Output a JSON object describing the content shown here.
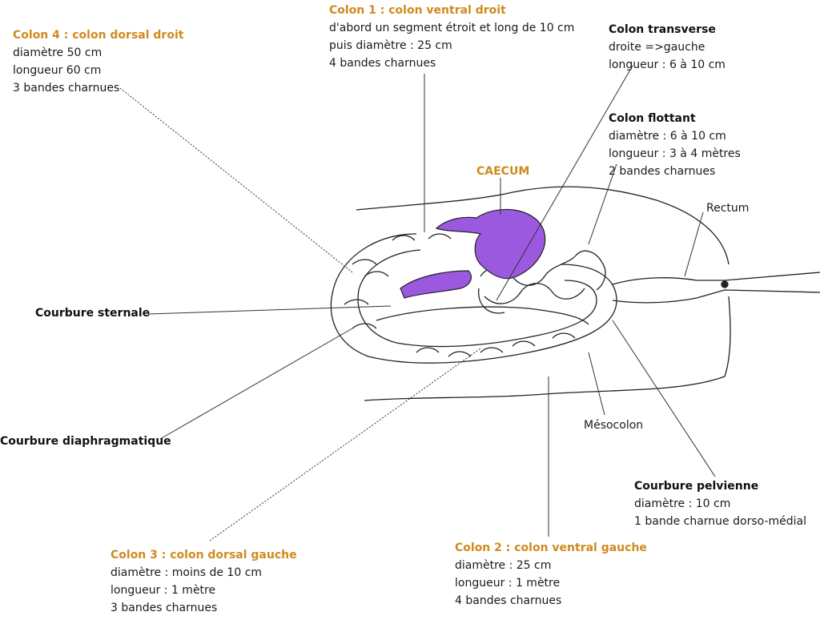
{
  "colors": {
    "highlight": "#d08a1e",
    "caecum": "#9b59e0",
    "ink": "#222222"
  },
  "colon4": {
    "title": "Colon 4 : colon dorsal droit",
    "lines": [
      "diamètre 50 cm",
      "longueur 60 cm",
      "3 bandes charnues"
    ]
  },
  "colon1": {
    "title": "Colon 1 : colon ventral droit",
    "lines": [
      "d'abord un segment étroit et long de 10 cm",
      "puis diamètre : 25 cm",
      "4 bandes charnues"
    ]
  },
  "transverse": {
    "title": "Colon transverse",
    "lines": [
      "droite =>gauche",
      "longueur : 6 à 10 cm"
    ]
  },
  "flottant": {
    "title": "Colon flottant",
    "lines": [
      "diamètre : 6 à 10 cm",
      "longueur : 3 à 4 mètres",
      "2 bandes charnues"
    ]
  },
  "caecum": {
    "title": "CAECUM"
  },
  "rectum": {
    "title": "Rectum"
  },
  "sternale": {
    "title": "Courbure sternale"
  },
  "diaphragmatique": {
    "title": "Courbure diaphragmatique"
  },
  "mesocolon": {
    "title": "Mésocolon"
  },
  "pelvienne": {
    "title": "Courbure pelvienne",
    "lines": [
      "diamètre : 10 cm",
      "1 bande charnue dorso-médial"
    ]
  },
  "colon3": {
    "title": "Colon 3 : colon dorsal gauche",
    "lines": [
      "diamètre : moins de 10 cm",
      "longueur : 1 mètre",
      "3 bandes charnues"
    ]
  },
  "colon2": {
    "title": "Colon 2 : colon ventral gauche",
    "lines": [
      "diamètre : 25 cm",
      "longueur : 1 mètre",
      "4 bandes charnues"
    ]
  }
}
